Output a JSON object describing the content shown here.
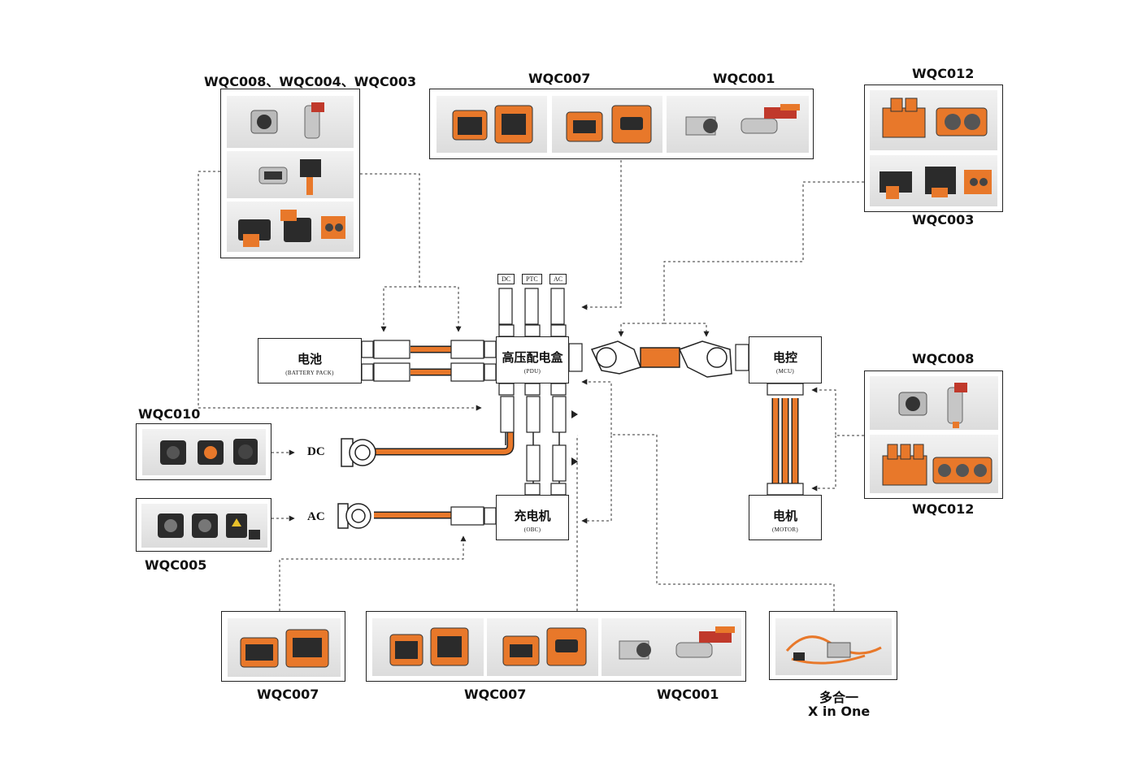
{
  "labels": {
    "top_left": "WQC008、WQC004、WQC003",
    "top_mid_a": "WQC007",
    "top_mid_b": "WQC001",
    "top_right_a": "WQC012",
    "top_right_b": "WQC003",
    "left_dc": "WQC010",
    "left_ac": "WQC005",
    "right_mid_a": "WQC008",
    "right_mid_b": "WQC012",
    "bottom_a": "WQC007",
    "bottom_b": "WQC007",
    "bottom_c": "WQC001",
    "bottom_d_cn": "多合一",
    "bottom_d_en": "X in One"
  },
  "blocks": {
    "battery": {
      "cn": "电池",
      "en": "(BATTERY PACK)"
    },
    "pdu": {
      "cn": "高压配电盒",
      "en": "(PDU)"
    },
    "mcu": {
      "cn": "电控",
      "en": "(MCU)"
    },
    "motor": {
      "cn": "电机",
      "en": "(MOTOR)"
    },
    "obc": {
      "cn": "充电机",
      "en": "(OBC)"
    }
  },
  "tags": {
    "dc": "DC",
    "ptc": "PTC",
    "ac": "AC"
  },
  "side_labels": {
    "dc": "DC",
    "ac": "AC"
  },
  "colors": {
    "accent": "#e8782a",
    "line": "#222222",
    "photo_bg": "#e4e4e4"
  }
}
